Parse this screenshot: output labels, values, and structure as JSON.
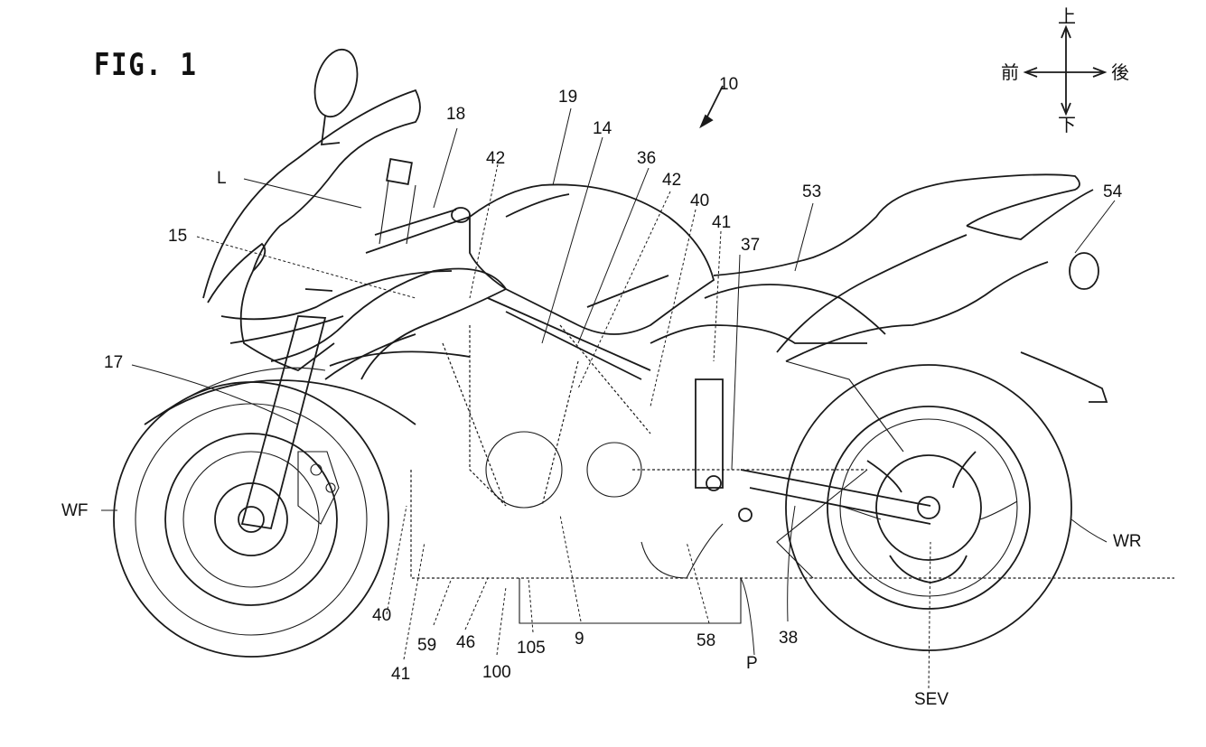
{
  "figure": {
    "title": "FIG. 1",
    "assembly_ref": "10",
    "subject": "Motorcycle side view"
  },
  "compass": {
    "up": "上",
    "down": "下",
    "front": "前",
    "rear": "後"
  },
  "labels": {
    "L": "L",
    "15": "15",
    "17": "17",
    "WF": "WF",
    "18": "18",
    "42a": "42",
    "19": "19",
    "14": "14",
    "36": "36",
    "42b": "42",
    "40a": "40",
    "41a": "41",
    "37": "37",
    "53": "53",
    "54": "54",
    "WR": "WR",
    "40b": "40",
    "41b": "41",
    "59": "59",
    "46": "46",
    "100": "100",
    "105": "105",
    "9": "9",
    "58": "58",
    "P": "P",
    "38": "38",
    "SEV": "SEV"
  }
}
